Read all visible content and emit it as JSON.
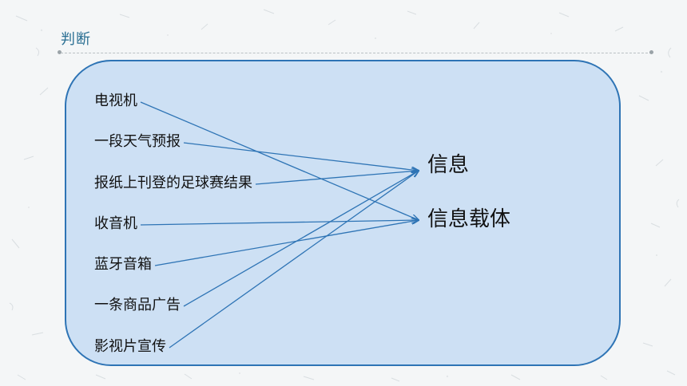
{
  "title": "判断",
  "items": [
    {
      "label": "电视机"
    },
    {
      "label": "一段天气预报"
    },
    {
      "label": "报纸上刊登的足球赛结果"
    },
    {
      "label": "收音机"
    },
    {
      "label": "蓝牙音箱"
    },
    {
      "label": "一条商品广告"
    },
    {
      "label": "影视片宣传"
    }
  ],
  "targets": [
    {
      "label": "信息"
    },
    {
      "label": "信息载体"
    }
  ],
  "connections": [
    {
      "from": "电视机",
      "to": "信息载体"
    },
    {
      "from": "一段天气预报",
      "to": "信息"
    },
    {
      "from": "报纸上刊登的足球赛结果",
      "to": "信息"
    },
    {
      "from": "收音机",
      "to": "信息载体"
    },
    {
      "from": "蓝牙音箱",
      "to": "信息载体"
    },
    {
      "from": "一条商品广告",
      "to": "信息"
    },
    {
      "from": "影视片宣传",
      "to": "信息"
    }
  ],
  "colors": {
    "panel_fill": "#cde0f4",
    "panel_border": "#2e74b5",
    "arrow": "#2e74b5",
    "title": "#2a6f93"
  }
}
